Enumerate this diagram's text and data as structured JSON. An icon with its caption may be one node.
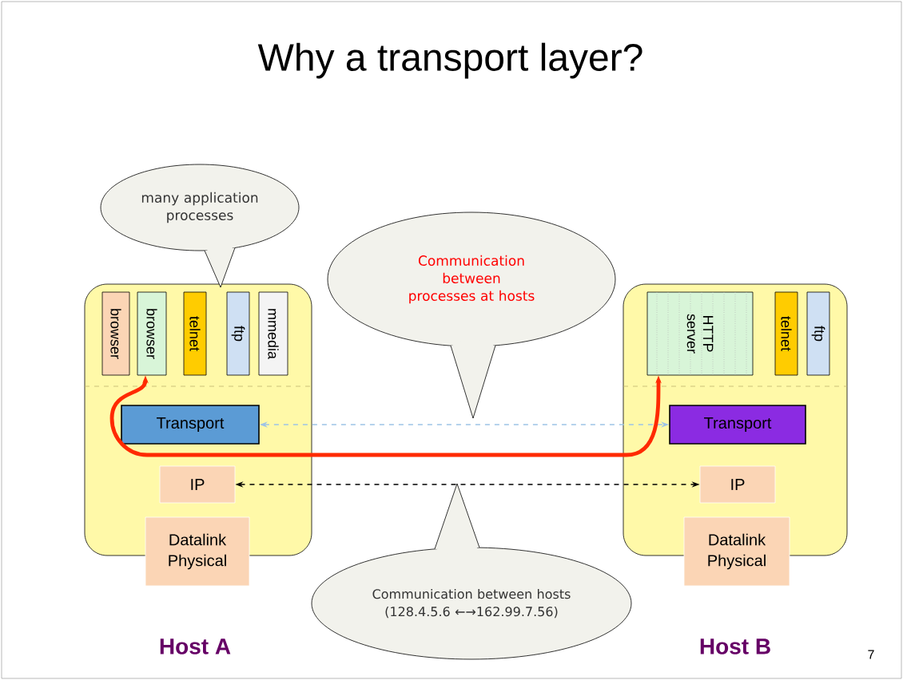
{
  "diagram": {
    "title": "Why a transport layer?",
    "nodes": [
      {
        "text": [],
        "shape": "box",
        "beside": [
          "Host A"
        ]
      },
      {
        "text": [
          "browser"
        ],
        "in": 0
      },
      {
        "text": [
          "browser"
        ],
        "in": 0
      },
      {
        "text": [
          "telnet"
        ],
        "in": 0
      },
      {
        "text": [
          "ftp"
        ],
        "in": 0
      },
      {
        "text": [
          "mmedia"
        ],
        "in": 0
      },
      {
        "text": [
          "Transport"
        ],
        "in": 0
      },
      {
        "text": [
          "IP"
        ],
        "in": 0
      },
      {
        "text": [
          "Datalink Physical"
        ]
      },
      {
        "text": [],
        "shape": "box",
        "beside": [
          "Host B"
        ]
      },
      {
        "text": [
          "HTTP server"
        ],
        "in": 9
      },
      {
        "text": [
          "telnet"
        ],
        "in": 9
      },
      {
        "text": [
          "ftp"
        ],
        "in": 9
      },
      {
        "text": [
          "Transport"
        ],
        "in": 9
      },
      {
        "text": [
          "IP"
        ],
        "in": 9
      },
      {
        "text": [
          "Datalink Physical"
        ]
      },
      {
        "text": [
          "many application processes"
        ]
      },
      {
        "text": [
          "Communication between processes at hosts"
        ]
      },
      {
        "text": [
          "Communication between hosts (128.4.5.6 ←→162.99.7.56)"
        ]
      }
    ],
    "edges": [
      {
        "from": 6,
        "to": 13,
        "arrow": "both",
        "style": "dashed",
        "color": "#9dc3e6"
      },
      {
        "from": 7,
        "to": 14,
        "arrow": "both",
        "style": "dashed",
        "color": "#000000"
      },
      {
        "from": 2,
        "to": 10,
        "arrow": "both",
        "style": "thick",
        "color": "#ff2a00"
      }
    ],
    "labels": [
      "7"
    ]
  }
}
